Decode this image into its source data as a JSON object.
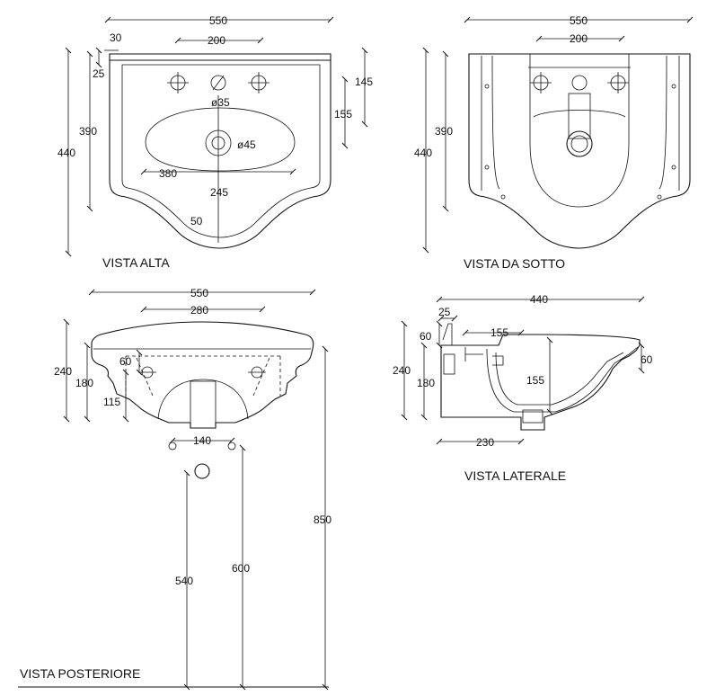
{
  "views": {
    "top": {
      "title": "VISTA ALTA",
      "dims": {
        "width": "550",
        "tap_spacing": "200",
        "edge": "30",
        "rim": "25",
        "depth_bowl": "390",
        "depth_total": "440",
        "front": "145",
        "drain_offset": "155",
        "tap_hole": "ø35",
        "drain_hole": "ø45",
        "bowl_width": "380",
        "bowl_depth": "245",
        "bowl_front": "50"
      }
    },
    "bottom": {
      "title": "VISTA DA SOTTO",
      "dims": {
        "width": "550",
        "tap_spacing": "200",
        "depth_bowl": "390",
        "depth_total": "440"
      }
    },
    "rear": {
      "title": "VISTA POSTERIORE",
      "dims": {
        "width": "550",
        "mount_spacing": "280",
        "height_total": "240",
        "height_inner": "180",
        "mount_height": "60",
        "drain_height": "115",
        "waste_spacing": "140",
        "waste_height": "540",
        "supply_height": "600",
        "install_height": "850"
      }
    },
    "side": {
      "title": "VISTA LATERALE",
      "dims": {
        "depth": "440",
        "rim": "25",
        "rim_height": "60",
        "tap_offset": "155",
        "height_total": "240",
        "height_inner": "180",
        "drain_depth": "155",
        "front_lip": "60",
        "base_depth": "230"
      }
    }
  }
}
